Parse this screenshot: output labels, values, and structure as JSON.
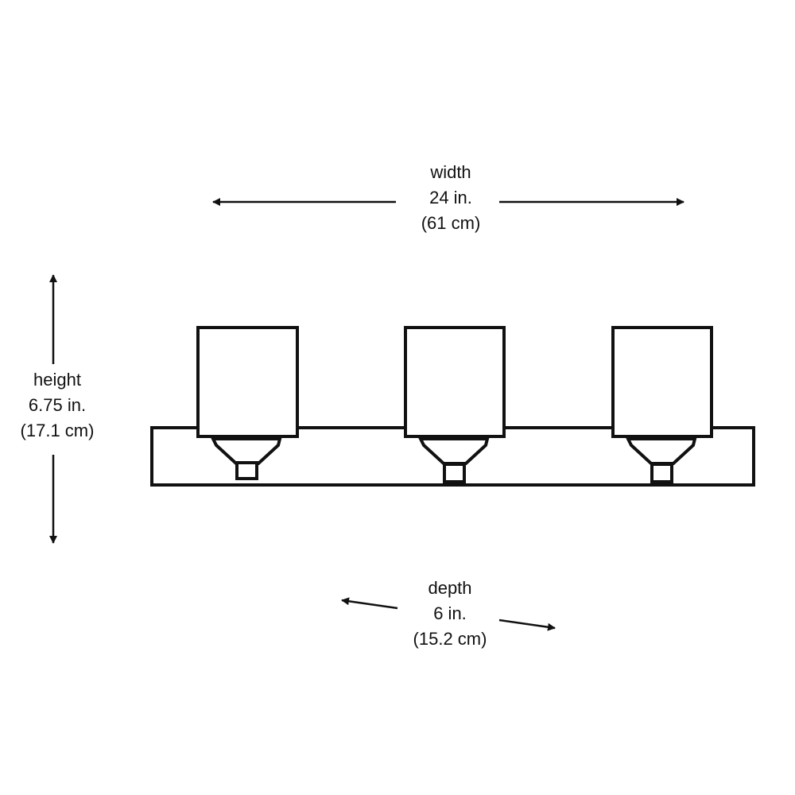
{
  "width": {
    "label": "width",
    "imperial": "24 in.",
    "metric": "(61 cm)"
  },
  "height": {
    "label": "height",
    "imperial": "6.75 in.",
    "metric": "(17.1 cm)"
  },
  "depth": {
    "label": "depth",
    "imperial": "6 in.",
    "metric": "(15.2 cm)"
  },
  "colors": {
    "line": "#111111",
    "background": "#ffffff"
  }
}
